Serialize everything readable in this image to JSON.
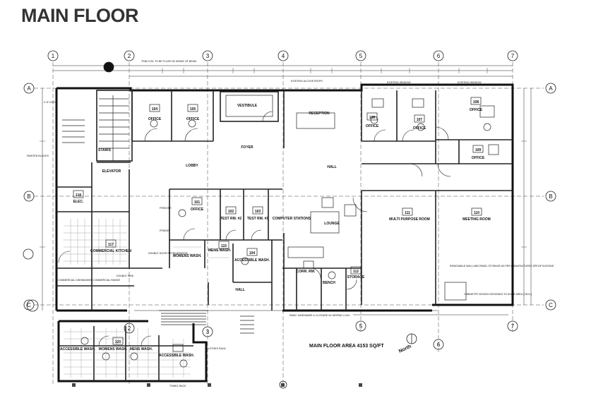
{
  "title": "MAIN FLOOR",
  "area_caption": "MAIN FLOOR AREA 4153 SQ/FT",
  "north_label": "North",
  "grid": {
    "columns": [
      "1",
      "2",
      "3",
      "4",
      "5",
      "6",
      "7"
    ],
    "rows": [
      "A",
      "B",
      "C"
    ]
  },
  "rooms": [
    {
      "number": "104",
      "name": "OFFICE"
    },
    {
      "number": "105",
      "name": "OFFICE"
    },
    {
      "number": "",
      "name": "VESTIBULE"
    },
    {
      "number": "",
      "name": "RECEPTION"
    },
    {
      "number": "106",
      "name": "OFFICE"
    },
    {
      "number": "107",
      "name": "OFFICE"
    },
    {
      "number": "108",
      "name": "OFFICE"
    },
    {
      "number": "109",
      "name": "OFFICE"
    },
    {
      "number": "",
      "name": "FOYER"
    },
    {
      "number": "",
      "name": "LOBBY"
    },
    {
      "number": "",
      "name": "HALL"
    },
    {
      "number": "",
      "name": "STAIRS"
    },
    {
      "number": "",
      "name": "ELEVATOR"
    },
    {
      "number": "118",
      "name": "ELEC."
    },
    {
      "number": "117",
      "name": "COMMERCIAL KITCHEN"
    },
    {
      "number": "101",
      "name": "OFFICE"
    },
    {
      "number": "102",
      "name": "TEST RM. #2"
    },
    {
      "number": "103",
      "name": "TEST RM. #1"
    },
    {
      "number": "115",
      "name": ""
    },
    {
      "number": "",
      "name": "WOMENS WASH."
    },
    {
      "number": "",
      "name": "MENS WASH."
    },
    {
      "number": "104",
      "name": "ACCESSIBLE WASH."
    },
    {
      "number": "",
      "name": "HALL"
    },
    {
      "number": "",
      "name": "LOUNGE"
    },
    {
      "number": "",
      "name": "COMPUTER STATIONS"
    },
    {
      "number": "111",
      "name": "MULTI PURPOSE ROOM"
    },
    {
      "number": "110",
      "name": "MEETING ROOM"
    },
    {
      "number": "",
      "name": "CORR. RM."
    },
    {
      "number": "112",
      "name": "STORAGE"
    },
    {
      "number": "",
      "name": "BENCH"
    },
    {
      "number": "",
      "name": "ACCESSIBLE WASH."
    },
    {
      "number": "120",
      "name": "WOMENS WASH."
    },
    {
      "number": "",
      "name": "MENS WASH."
    },
    {
      "number": "",
      "name": "ACCESSIBLE WASH."
    }
  ],
  "notes": [
    {
      "text": "TRIM COIL TO BE FLUSH W/ INSIDE OF BEAM"
    },
    {
      "text": "EXISTING ALCOVE ENTRY"
    },
    {
      "text": "EXISTING WINDOW"
    },
    {
      "text": "EXISTING WINDOW"
    },
    {
      "text": "PAINTED BLOCKS"
    },
    {
      "text": "2'-6\" DOOR"
    },
    {
      "text": "CLOTHES RACK"
    },
    {
      "text": "TOWEL RACK"
    },
    {
      "text": "PANIC HARDWARE & CLOSURE W/ KEEPAD LOCK"
    },
    {
      "text": "REMOVABLE WALL AND PANEL STORAGE AS PER MANUFACTURES SPECIFICATIONS"
    },
    {
      "text": "CABINETRY WOODS DESIGNED TO SUITE AREA (T.B.D.)"
    },
    {
      "text": "COMMERCIAL DISHWASHER"
    },
    {
      "text": "COMMERCIAL RANGE"
    },
    {
      "text": "DOUBLE SINK"
    },
    {
      "text": "FREEZER"
    },
    {
      "text": "FRIDGE"
    },
    {
      "text": "DOUBLE DOOR REFRIGERATOR"
    }
  ]
}
